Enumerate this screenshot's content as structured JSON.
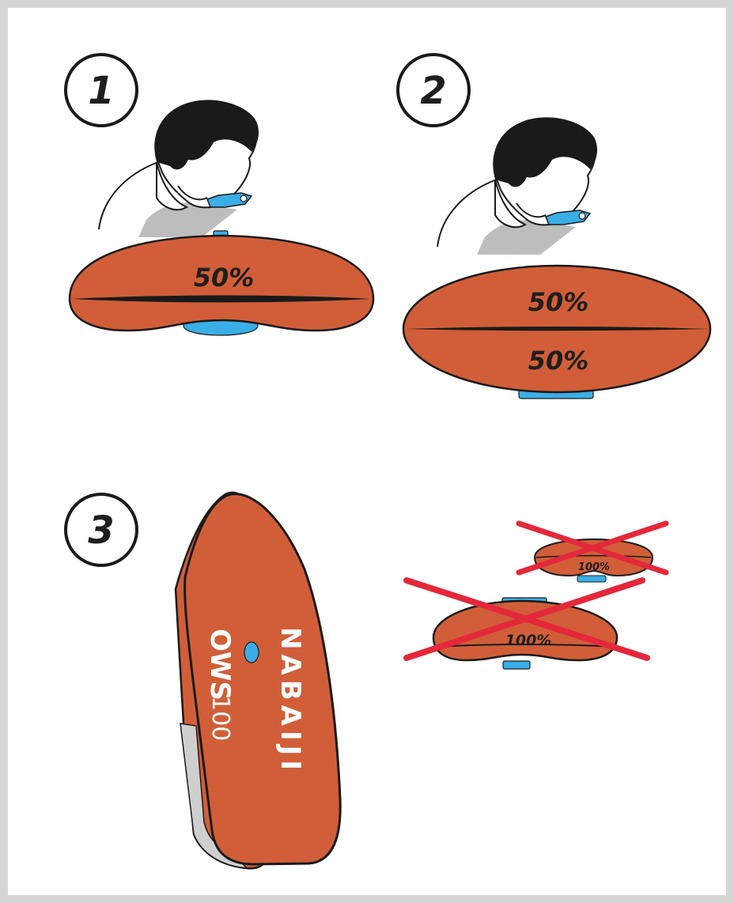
{
  "steps": [
    {
      "number": "1",
      "label": "50%"
    },
    {
      "number": "2",
      "labels": [
        "50%",
        "50%"
      ]
    },
    {
      "number": "3"
    }
  ],
  "product": {
    "brand": "NABAIJI",
    "model_name": "OWS",
    "model_number": "100"
  },
  "wrong_examples": [
    {
      "label": "100%"
    },
    {
      "label": "100%"
    }
  ],
  "colors": {
    "buoy": "#d15e38",
    "outline": "#1a1a1a",
    "valve": "#3aaee6",
    "cross": "#e4283a",
    "border": "#d6d6d6",
    "skin_shadow": "#bdbdbd"
  }
}
